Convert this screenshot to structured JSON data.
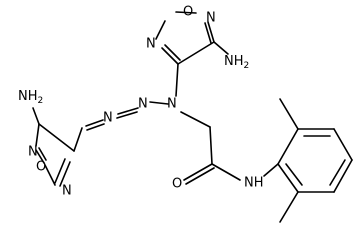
{
  "molecule": {
    "atoms": {
      "o_top": "O",
      "n_top_left": "N",
      "n_top_right": "N",
      "nh2_top": "NH",
      "nh2_top_sub": "2",
      "nh2_left": "NH",
      "nh2_left_sub": "2",
      "n_left_ring_upper": "N",
      "o_left_ring": "O",
      "n_left_ring_lower": "N",
      "n_azo_1": "N",
      "n_azo_2": "N",
      "n_central": "N",
      "o_carbonyl": "O",
      "nh_amide": "NH"
    }
  }
}
